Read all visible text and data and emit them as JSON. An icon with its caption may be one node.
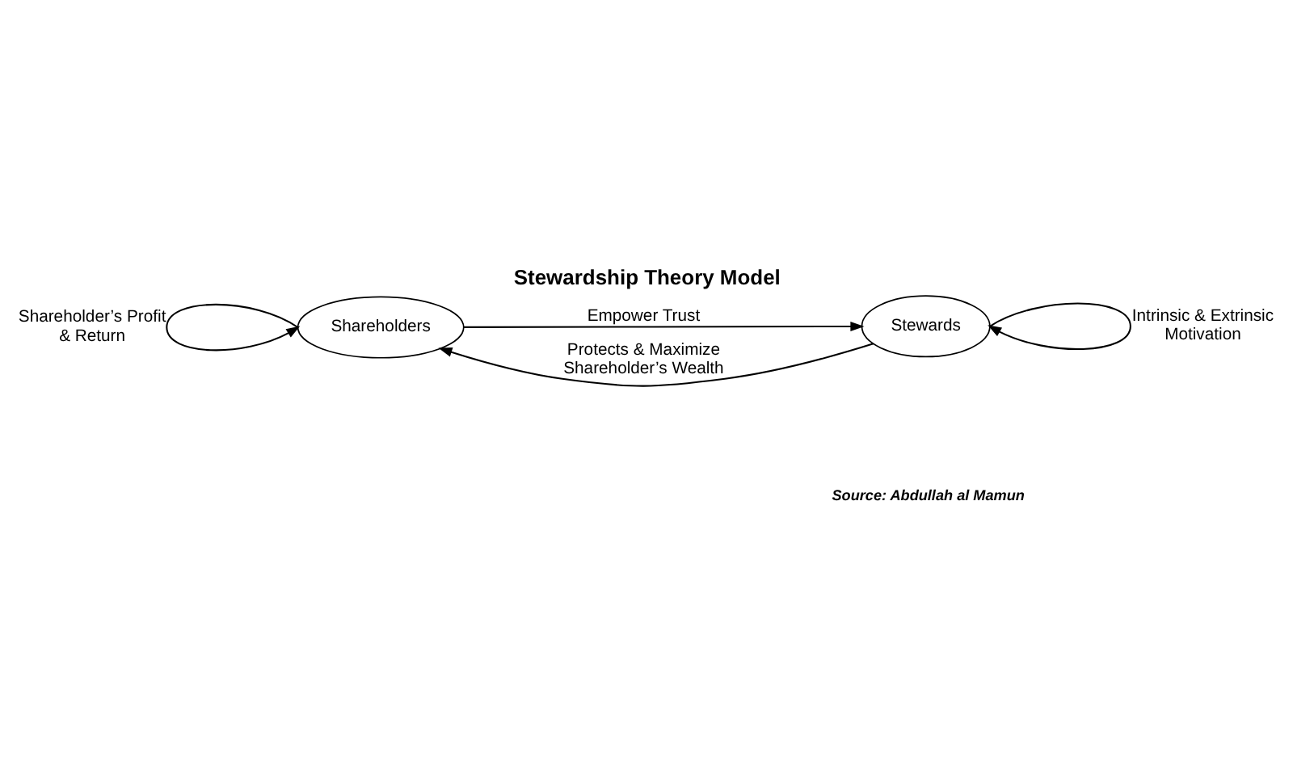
{
  "diagram": {
    "title": "Stewardship Theory Model",
    "nodes": [
      {
        "text": [
          "Shareholders"
        ]
      },
      {
        "text": [
          "Stewards"
        ]
      }
    ],
    "edges": [
      {
        "from": 0,
        "to": 1,
        "arrow": "to",
        "label": "Empower Trust"
      },
      {
        "from": 1,
        "to": 0,
        "arrow": "to",
        "label": "Protects & Maximize Shareholder’s Wealth"
      },
      {
        "from": 0,
        "to": 0,
        "arrow": "to",
        "label": "Shareholder’s Profit & Return"
      },
      {
        "from": 1,
        "to": 1,
        "arrow": "to",
        "label": "Intrinsic & Extrinsic Motivation"
      }
    ],
    "labels": [
      "Source: Abdullah al Mamun"
    ]
  }
}
